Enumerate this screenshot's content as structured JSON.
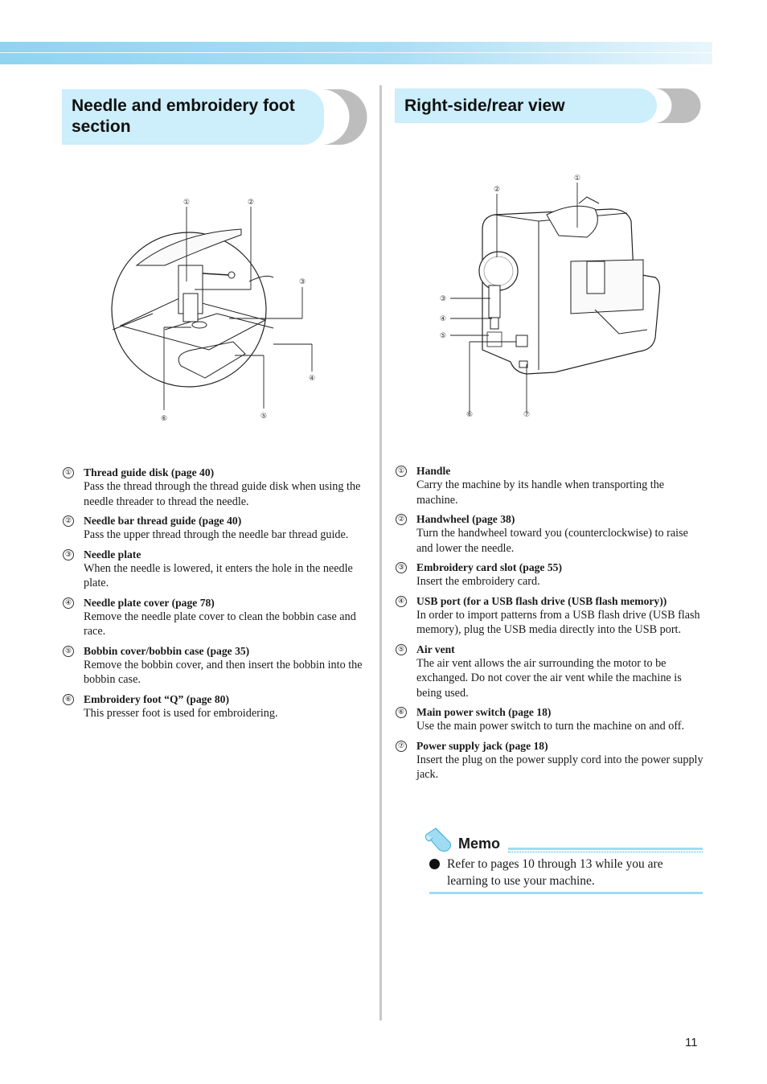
{
  "left_section": {
    "title": "Needle and embroidery foot section",
    "callouts": [
      "①",
      "②",
      "③",
      "④",
      "⑤",
      "⑥"
    ],
    "parts": [
      {
        "num": "①",
        "title": "Thread guide disk (page 40)",
        "desc": "Pass the thread through the thread guide disk when using the needle threader to thread the needle."
      },
      {
        "num": "②",
        "title": "Needle bar thread guide (page 40)",
        "desc": "Pass the upper thread through the needle bar thread guide."
      },
      {
        "num": "③",
        "title": "Needle plate",
        "desc": "When the needle is lowered, it enters the hole in the needle plate."
      },
      {
        "num": "④",
        "title": "Needle plate cover (page 78)",
        "desc": "Remove the needle plate cover to clean the bobbin case and race."
      },
      {
        "num": "⑤",
        "title": "Bobbin cover/bobbin case (page 35)",
        "desc": "Remove the bobbin cover, and then insert the bobbin into the bobbin case."
      },
      {
        "num": "⑥",
        "title": "Embroidery foot “Q” (page 80)",
        "desc": "This presser foot is used for embroidering."
      }
    ]
  },
  "right_section": {
    "title": "Right-side/rear view",
    "callouts": [
      "①",
      "②",
      "③",
      "④",
      "⑤",
      "⑥",
      "⑦"
    ],
    "parts": [
      {
        "num": "①",
        "title": "Handle",
        "desc": "Carry the machine by its handle when transporting the machine."
      },
      {
        "num": "②",
        "title": "Handwheel (page 38)",
        "desc": "Turn the handwheel toward you (counterclockwise) to raise and lower the needle."
      },
      {
        "num": "③",
        "title": "Embroidery card slot (page 55)",
        "desc": "Insert the embroidery card."
      },
      {
        "num": "④",
        "title": "USB port (for a USB flash drive (USB flash memory))",
        "desc": "In order to import patterns from a USB flash drive (USB flash memory), plug the USB media directly into the USB port."
      },
      {
        "num": "⑤",
        "title": "Air vent",
        "desc": "The air vent allows the air surrounding the motor to be exchanged. Do not cover the air vent while the machine is being used."
      },
      {
        "num": "⑥",
        "title": "Main power switch (page 18)",
        "desc": "Use the main power switch to turn the  machine on and off."
      },
      {
        "num": "⑦",
        "title": "Power supply jack (page 18)",
        "desc": "Insert the plug on the power supply cord into the power supply jack."
      }
    ]
  },
  "memo": {
    "title": "Memo",
    "icon": "memo-pencil-icon",
    "text": "Refer to pages 10 through 13 while you are learning to use your machine."
  },
  "page_number": "11",
  "colors": {
    "accent": "#9fdcf2",
    "heading_bg": "#cdeefb",
    "chevron": "#bdbdbd"
  }
}
